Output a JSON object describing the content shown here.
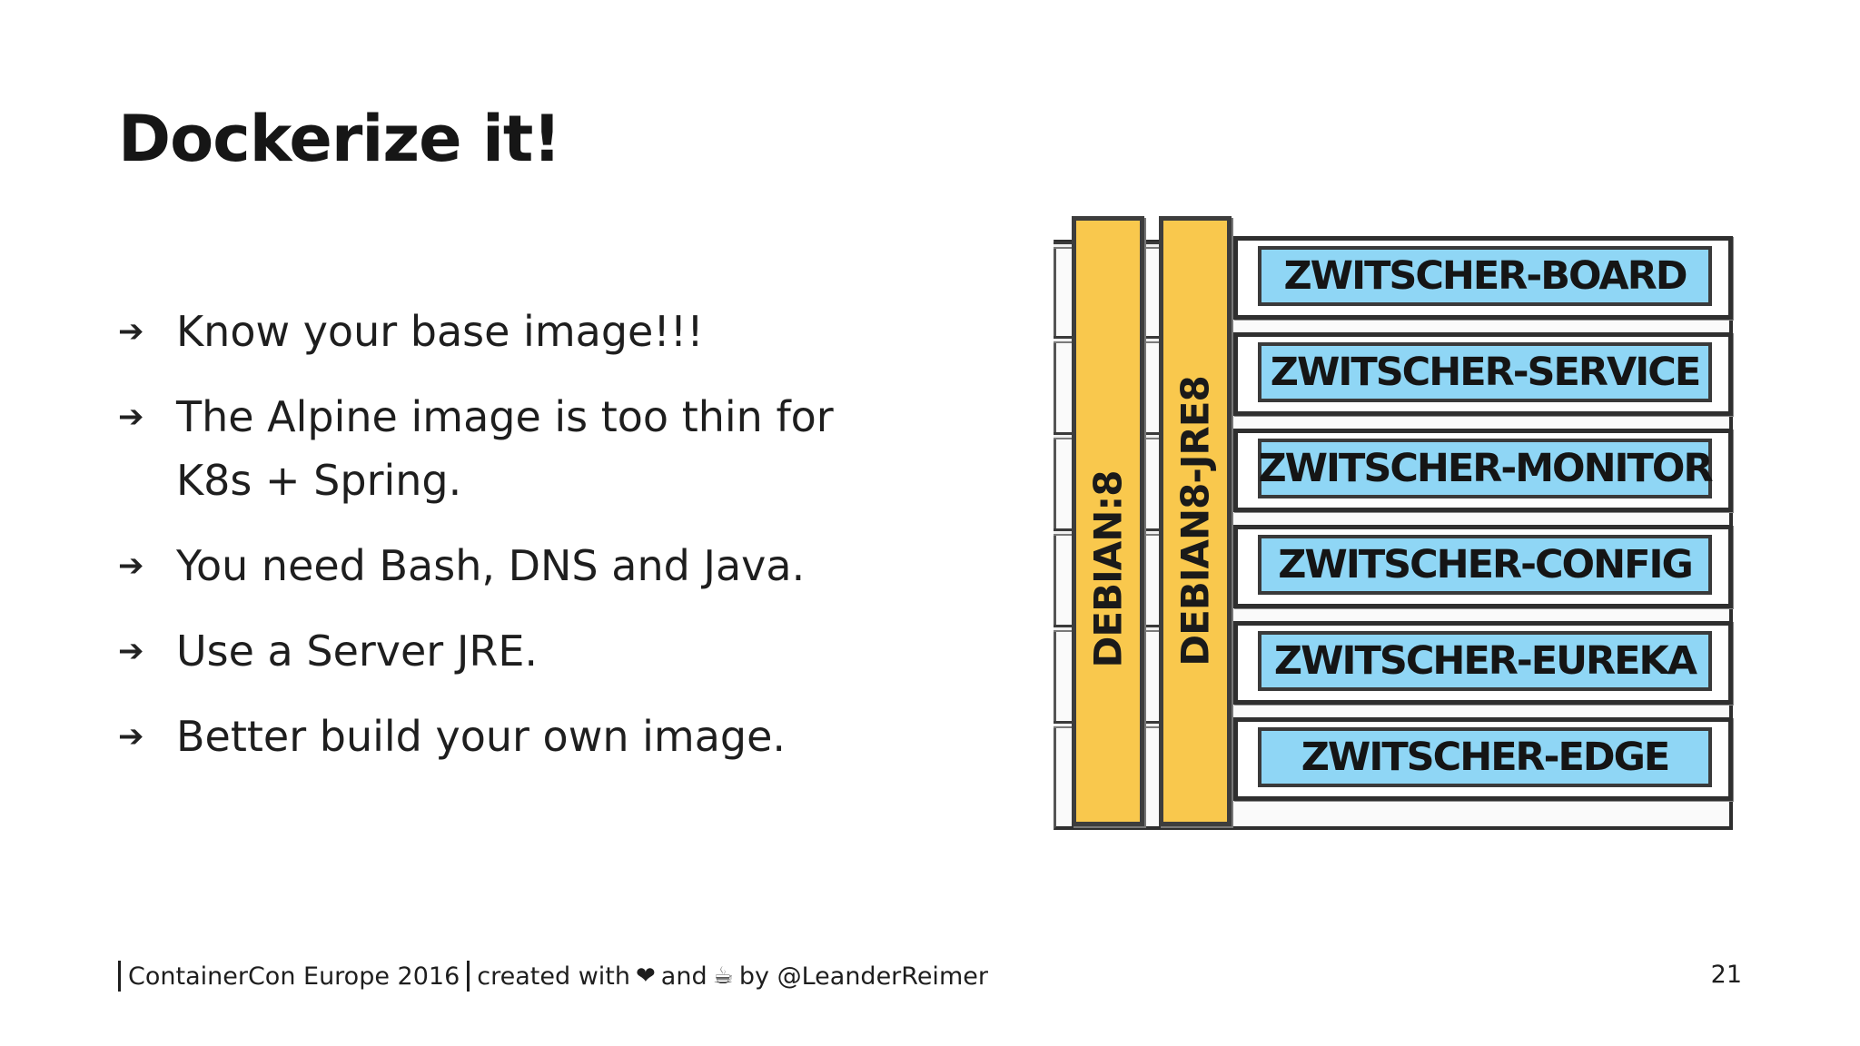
{
  "slide": {
    "title": "Dockerize it!",
    "bullets": [
      {
        "icon": "arrow-right-icon",
        "text": "Know your base image!!!"
      },
      {
        "icon": "arrow-right-icon",
        "text": "The Alpine image is too thin for K8s + Spring."
      },
      {
        "icon": "arrow-right-icon",
        "text": "You need Bash, DNS and Java."
      },
      {
        "icon": "arrow-right-icon",
        "text": "Use a Server JRE."
      },
      {
        "icon": "arrow-right-icon",
        "text": "Better build your own image."
      }
    ]
  },
  "diagram": {
    "base_layers": [
      "DEBIAN:8",
      "DEBIAN8-JRE8"
    ],
    "services": [
      "ZWITSCHER-BOARD",
      "ZWITSCHER-SERVICE",
      "ZWITSCHER-MONITOR",
      "ZWITSCHER-CONFIG",
      "ZWITSCHER-EUREKA",
      "ZWITSCHER-EDGE"
    ],
    "colors": {
      "base_layer": "#f9c84d",
      "service": "#8fd6f5"
    }
  },
  "footer": {
    "event": "ContainerCon Europe 2016",
    "created_with": "created with",
    "heart_icon": "heart-icon",
    "and": "and",
    "coffee_icon": "coffee-icon",
    "by": "by @LeanderReimer",
    "page_number": "21"
  }
}
